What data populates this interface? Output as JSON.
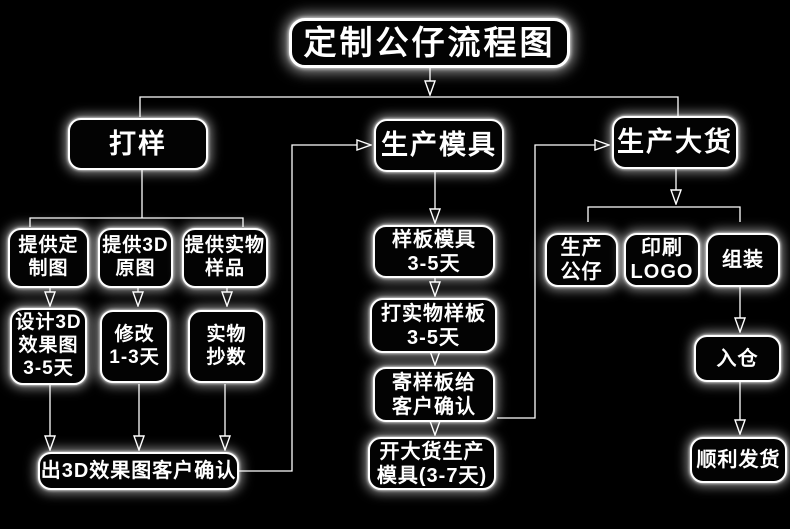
{
  "title": "定制公仔流程图",
  "colors": {
    "background": "#000000",
    "node_fill": "#030303",
    "node_border": "#ffffff",
    "node_text": "#ffffff",
    "connector": "#ffffff"
  },
  "nodes": {
    "sampling": "打样",
    "mold_production": "生产模具",
    "bulk_production": "生产大货",
    "provide_custom_drawing": "提供定\n制图",
    "provide_3d_original": "提供3D\n原图",
    "provide_physical_sample": "提供实物\n样品",
    "design_3d_render": "设计3D\n效果图\n3-5天",
    "revise": "修改\n1-3天",
    "physical_scan": "实物\n抄数",
    "render_customer_confirm": "出3D效果图客户确认",
    "sample_mold": "样板模具\n3-5天",
    "make_physical_sample": "打实物样板\n3-5天",
    "send_sample_confirm": "寄样板给\n客户确认",
    "bulk_mold": "开大货生产\n模具(3-7天)",
    "produce_doll": "生产\n公仔",
    "print_logo": "印刷\nLOGO",
    "assemble": "组装",
    "warehouse_in": "入仓",
    "ship_out": "顺利发货"
  }
}
